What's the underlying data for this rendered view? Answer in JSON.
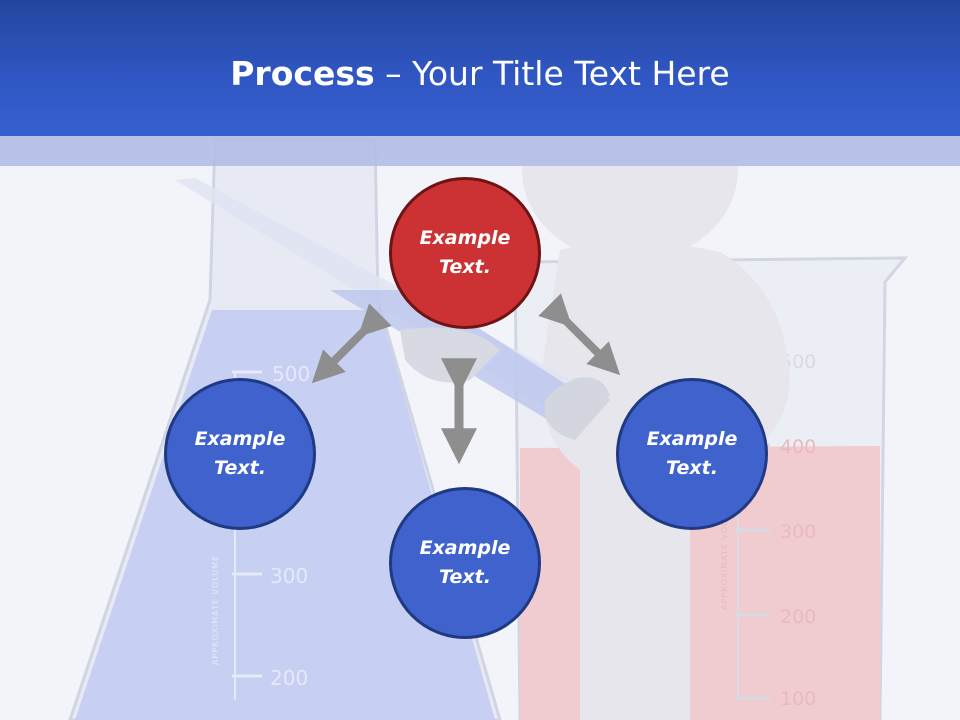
{
  "slide": {
    "title_bold": "Process",
    "title_rest": " – Your Title Text Here"
  },
  "nodes": {
    "top": "Example Text.",
    "left": "Example Text.",
    "right": "Example Text.",
    "bottom": "Example Text."
  },
  "background_labels": {
    "flask_500": "500",
    "flask_300": "300",
    "flask_200": "200",
    "flask_side": "APPROXIMATE VOLUME",
    "beaker_500": "500",
    "beaker_400": "400",
    "beaker_300": "300",
    "beaker_200": "200",
    "beaker_100": "100",
    "beaker_side": "APPROXIMATE VOLUME"
  },
  "colors": {
    "header": "#2f56c2",
    "node_blue": "#3f62cd",
    "node_red": "#cc3233",
    "arrow": "#8e8e8e"
  }
}
